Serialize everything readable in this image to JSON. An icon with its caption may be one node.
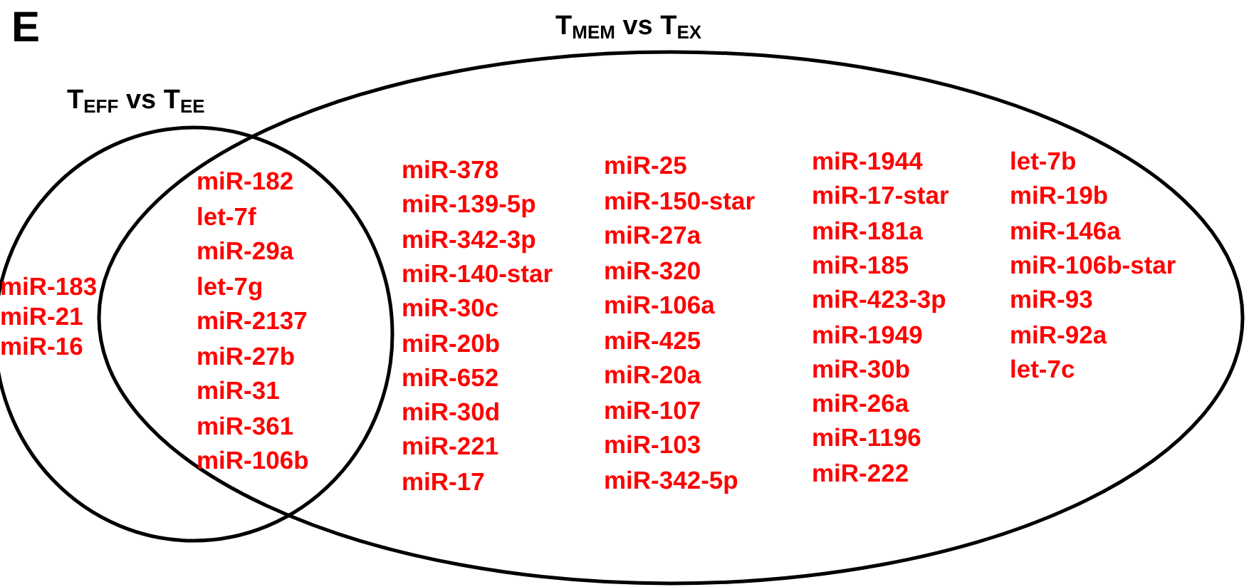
{
  "diagram": {
    "nodes": [
      {
        "text": [
          "T$_{EFF}$ vs T$_{EE}$"
        ]
      },
      {
        "text": [
          "T$_{MEM}$ vs T$_{EX}$"
        ]
      }
    ],
    "labels": [
      "E",
      "miR-183",
      "miR-21",
      "miR-16",
      "miR-182",
      "let-7f",
      "miR-29a",
      "let-7g",
      "miR-2137",
      "miR-27b",
      "miR-31",
      "miR-361",
      "miR-106b",
      "miR-378",
      "miR-139-5p",
      "miR-342-3p",
      "miR-140-star",
      "miR-30c",
      "miR-20b",
      "miR-652",
      "miR-30d",
      "miR-221",
      "miR-17",
      "miR-25",
      "miR-150-star",
      "miR-27a",
      "miR-320",
      "miR-106a",
      "miR-425",
      "miR-20a",
      "miR-107",
      "miR-103",
      "miR-342-5p",
      "miR-1944",
      "miR-17-star",
      "miR-181a",
      "miR-185",
      "miR-423-3p",
      "miR-1949",
      "miR-30b",
      "miR-26a",
      "miR-1196",
      "miR-222",
      "let-7b",
      "miR-19b",
      "miR-146a",
      "miR-106b-star",
      "miR-93",
      "miR-92a",
      "let-7c"
    ]
  }
}
